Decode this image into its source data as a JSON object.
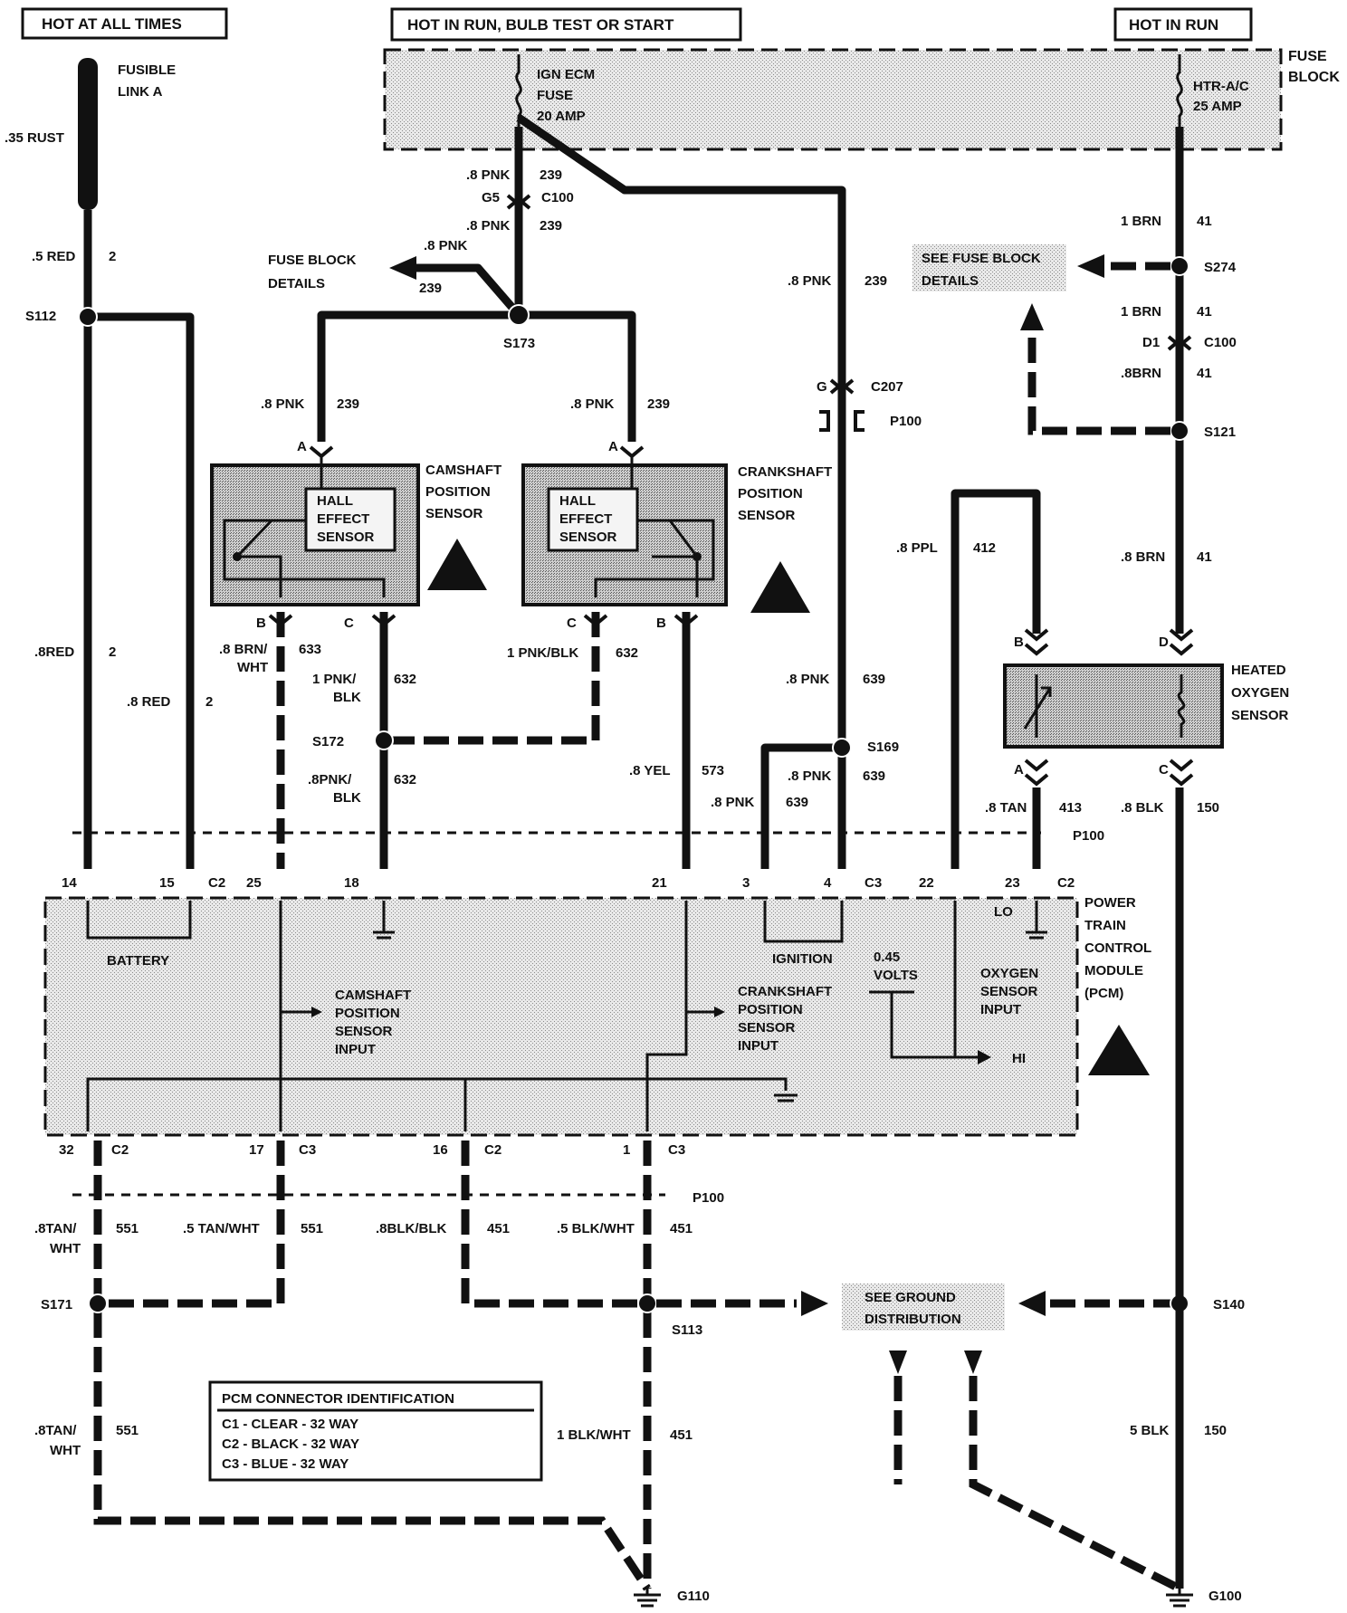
{
  "headers": {
    "hot_at_all_times": "HOT AT ALL TIMES",
    "hot_in_run_bulb": "HOT IN RUN, BULB TEST OR START",
    "hot_in_run": "HOT IN RUN"
  },
  "fuse_block": {
    "title_line1": "FUSE",
    "title_line2": "BLOCK",
    "ign_ecm_line1": "IGN ECM",
    "ign_ecm_line2": "FUSE",
    "ign_ecm_line3": "20 AMP",
    "htr_line1": "HTR-A/C",
    "htr_line2": "25 AMP"
  },
  "fusible_link": {
    "line1": "FUSIBLE",
    "line2": "LINK A",
    "wire": ".35 RUST"
  },
  "components": {
    "cam_line1": "CAMSHAFT",
    "cam_line2": "POSITION",
    "cam_line3": "SENSOR",
    "crank_line1": "CRANKSHAFT",
    "crank_line2": "POSITION",
    "crank_line3": "SENSOR",
    "hall_line1": "HALL",
    "hall_line2": "EFFECT",
    "hall_line3": "SENSOR",
    "ho2s_line1": "HEATED",
    "ho2s_line2": "OXYGEN",
    "ho2s_line3": "SENSOR"
  },
  "pcm": {
    "title_line1": "POWER",
    "title_line2": "TRAIN",
    "title_line3": "CONTROL",
    "title_line4": "MODULE",
    "title_line5": "(PCM)",
    "battery": "BATTERY",
    "ignition": "IGNITION",
    "cam_in_line1": "CAMSHAFT",
    "cam_in_line2": "POSITION",
    "cam_in_line3": "SENSOR",
    "cam_in_line4": "INPUT",
    "crank_in_line1": "CRANKSHAFT",
    "crank_in_line2": "POSITION",
    "crank_in_line3": "SENSOR",
    "crank_in_line4": "INPUT",
    "volts_line1": "0.45",
    "volts_line2": "VOLTS",
    "o2_line1": "OXYGEN",
    "o2_line2": "SENSOR",
    "o2_line3": "INPUT",
    "lo": "LO",
    "hi": "HI"
  },
  "references": {
    "fuse_details_line1": "FUSE BLOCK",
    "fuse_details_line2": "DETAILS",
    "see_fuse_line1": "SEE FUSE BLOCK",
    "see_fuse_line2": "DETAILS",
    "see_ground_line1": "SEE GROUND",
    "see_ground_line2": "DISTRIBUTION"
  },
  "splices": {
    "s112": "S112",
    "s173": "S173",
    "s172": "S172",
    "s169": "S169",
    "s274": "S274",
    "s121": "S121",
    "s171": "S171",
    "s113": "S113",
    "s140": "S140"
  },
  "connectors": {
    "c100": "C100",
    "c207": "C207",
    "p100": "P100",
    "c2": "C2",
    "c3": "C3",
    "g5": "G5",
    "g": "G",
    "d1": "D1"
  },
  "grounds": {
    "g110": "G110",
    "g100": "G100"
  },
  "pins": {
    "a": "A",
    "b": "B",
    "c": "C",
    "d": "D",
    "p14": "14",
    "p15": "15",
    "p25": "25",
    "p18": "18",
    "p21": "21",
    "p3": "3",
    "p4": "4",
    "p22": "22",
    "p23": "23",
    "p32": "32",
    "p17": "17",
    "p16": "16",
    "p1": "1"
  },
  "wires": {
    "pnk8": ".8 PNK",
    "c239": "239",
    "red5": ".5 RED",
    "red8a": ".8RED",
    "red8b": ".8 RED",
    "c2": "2",
    "brn_wht_line1": ".8 BRN/",
    "brn_wht_line2": "WHT",
    "c633": "633",
    "pnk_blk1_line1": "1 PNK/",
    "pnk_blk1_line2": "BLK",
    "pnk_blk1b": "1 PNK/BLK",
    "c632": "632",
    "pnk_blk8_line1": ".8PNK/",
    "pnk_blk8_line2": "BLK",
    "yel8": ".8 YEL",
    "c573": "573",
    "c639": "639",
    "ppl8": ".8 PPL",
    "c412": "412",
    "tan8": ".8 TAN",
    "c413": "413",
    "blk8": ".8 BLK",
    "c150": "150",
    "brn1": "1 BRN",
    "brn8": ".8BRN",
    "brn8b": ".8 BRN",
    "c41": "41",
    "tan_wht8_line1": ".8TAN/",
    "tan_wht8_line2": "WHT",
    "tan_wht5": ".5 TAN/WHT",
    "c551": "551",
    "blk_blk8": ".8BLK/BLK",
    "blk_wht5": ".5 BLK/WHT",
    "c451": "451",
    "blk_wht1": "1 BLK/WHT",
    "blk5": "5 BLK"
  },
  "pcm_connector_id": {
    "title": "PCM CONNECTOR IDENTIFICATION",
    "rows": [
      "C1 - CLEAR - 32 WAY",
      "C2 - BLACK - 32 WAY",
      "C3 - BLUE - 32 WAY"
    ]
  }
}
